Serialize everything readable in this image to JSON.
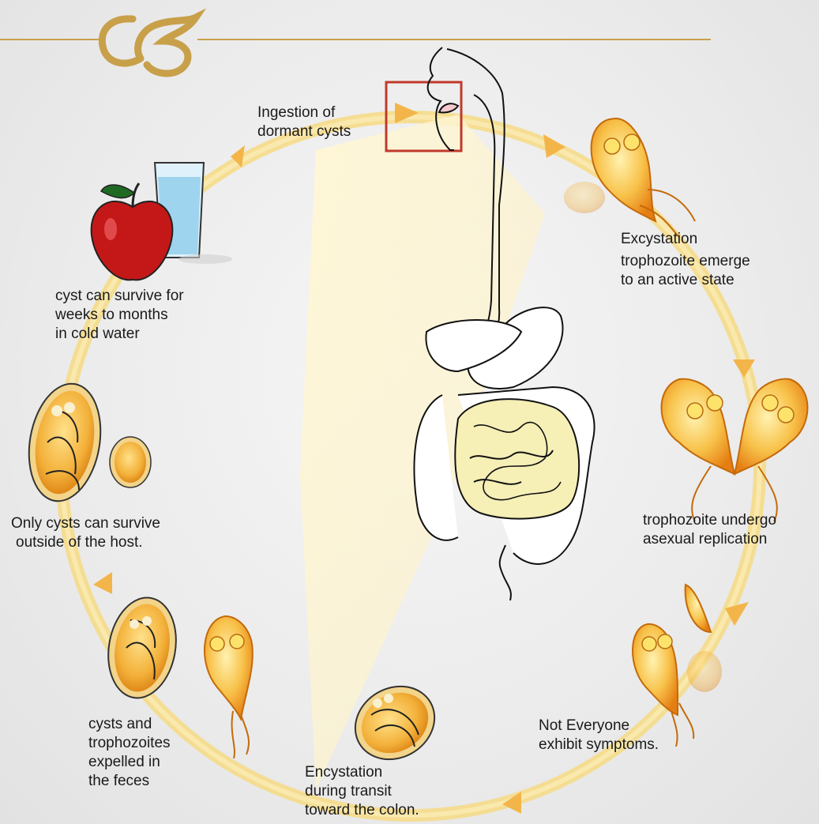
{
  "steps": [
    {
      "id": "ingestion",
      "lines": [
        "Ingestion of",
        "dormant cysts"
      ]
    },
    {
      "id": "excystation",
      "lines": [
        "Excystation",
        "trophozoite emerge",
        "to an active state"
      ]
    },
    {
      "id": "replication",
      "lines": [
        "trophozoite undergo",
        "asexual replication"
      ]
    },
    {
      "id": "symptoms",
      "lines": [
        "Not Everyone",
        "exhibit symptoms."
      ]
    },
    {
      "id": "encystation",
      "lines": [
        "Encystation",
        "during transit",
        "toward the colon."
      ]
    },
    {
      "id": "expelled",
      "lines": [
        "cysts and",
        "trophozoites",
        "expelled in",
        "the feces"
      ]
    },
    {
      "id": "survive-host",
      "lines": [
        "Only cysts can survive",
        "outside of the host."
      ]
    },
    {
      "id": "survive-water",
      "lines": [
        "cyst can survive for",
        "weeks to months",
        "in cold water"
      ]
    }
  ],
  "colors": {
    "cycle": "#f5dc8a",
    "arrow": "#f3b54a",
    "organism": "#f5a623",
    "accent": "#c8a04a",
    "highlight_box": "#c0392b",
    "apple": "#c41818",
    "text": "#1a1a1a"
  }
}
